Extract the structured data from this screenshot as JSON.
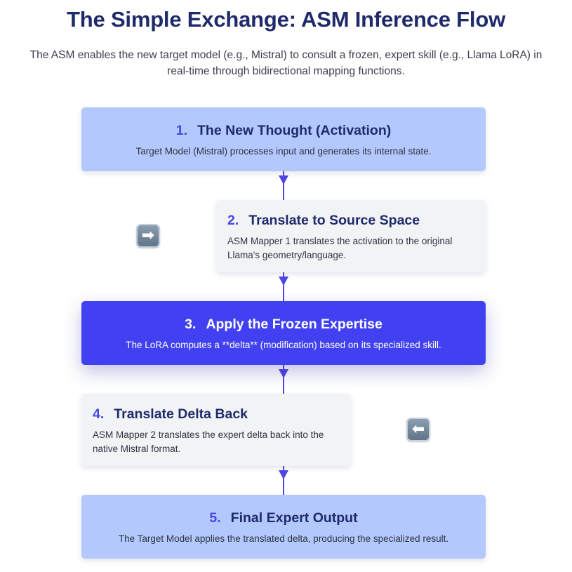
{
  "title": "The Simple Exchange: ASM Inference Flow",
  "subtitle": "The ASM enables the new target model (e.g., Mistral) to consult a frozen, expert skill (e.g., Llama LoRA) in real-time through bidirectional mapping functions.",
  "steps": [
    {
      "number": "1.",
      "title": "The New Thought (Activation)",
      "description": "Target Model (Mistral) processes input and generates its internal state."
    },
    {
      "number": "2.",
      "title": "Translate to Source Space",
      "description": "ASM Mapper 1 translates the activation to the original Llama's geometry/language."
    },
    {
      "number": "3.",
      "title": "Apply the Frozen Expertise",
      "description": "The LoRA computes a **delta** (modification) based on its specialized skill."
    },
    {
      "number": "4.",
      "title": "Translate Delta Back",
      "description": "ASM Mapper 2 translates the expert delta back into the native Mistral format."
    },
    {
      "number": "5.",
      "title": "Final Expert Output",
      "description": "The Target Model applies the translated delta, producing the specialized result."
    }
  ],
  "icons": {
    "right_arrow": "➡",
    "left_arrow": "⬅"
  },
  "colors": {
    "title": "#1f2a6b",
    "accent": "#4747e6",
    "light_box": "#b3c8fd",
    "gray_box": "#f2f3f5",
    "dark_box": "#4141f2"
  }
}
